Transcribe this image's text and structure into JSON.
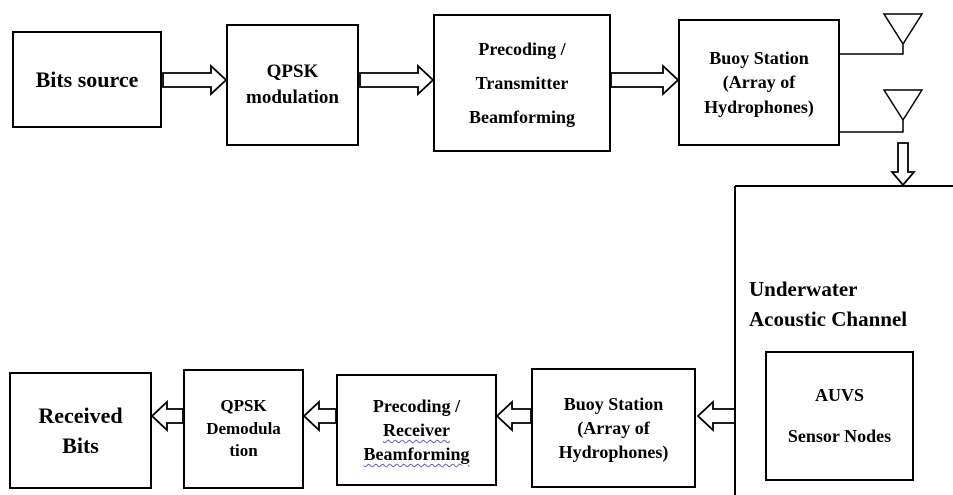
{
  "blocks": {
    "bits_source": {
      "lines": [
        "Bits source"
      ]
    },
    "qpsk_mod": {
      "lines": [
        "QPSK",
        "modulation"
      ]
    },
    "precoding_tx": {
      "lines": [
        "Precoding /",
        "Transmitter",
        "Beamforming"
      ]
    },
    "buoy_tx": {
      "lines": [
        "Buoy Station",
        "(Array of",
        "Hydrophones)"
      ]
    },
    "channel": {
      "lines": [
        "Underwater",
        "Acoustic Channel"
      ]
    },
    "auvs": {
      "lines": [
        "AUVS",
        "Sensor Nodes"
      ]
    },
    "buoy_rx": {
      "lines": [
        "Buoy Station",
        "(Array of",
        "Hydrophones)"
      ]
    },
    "precoding_rx": {
      "lines": [
        "Precoding /",
        "Receiver",
        "Beamforming"
      ]
    },
    "qpsk_demod": {
      "lines": [
        "QPSK",
        "Demodula",
        "tion"
      ]
    },
    "received_bits": {
      "lines": [
        "Received",
        "Bits"
      ]
    }
  }
}
